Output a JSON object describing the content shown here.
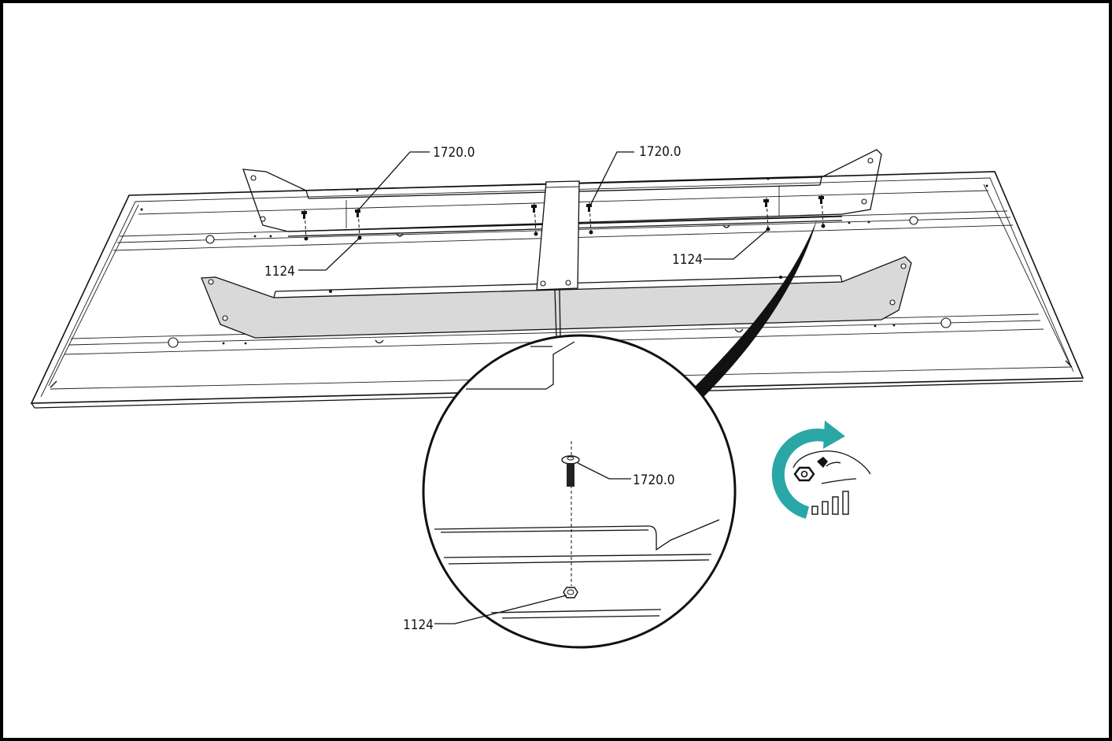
{
  "callouts": {
    "screw_label_left": "1720.0",
    "screw_label_right": "1720.0",
    "nut_label_left": "1124",
    "nut_label_right": "1124",
    "detail_screw_label": "1720.0",
    "detail_nut_label": "1124"
  },
  "icons": {
    "tighten": "hand-tighten-wrench-icon",
    "torque_levels": "torque-bars-icon"
  },
  "colors": {
    "line": "#111111",
    "highlight_part": "#d9d9d9",
    "torque_accent": "#2aa6a6"
  }
}
